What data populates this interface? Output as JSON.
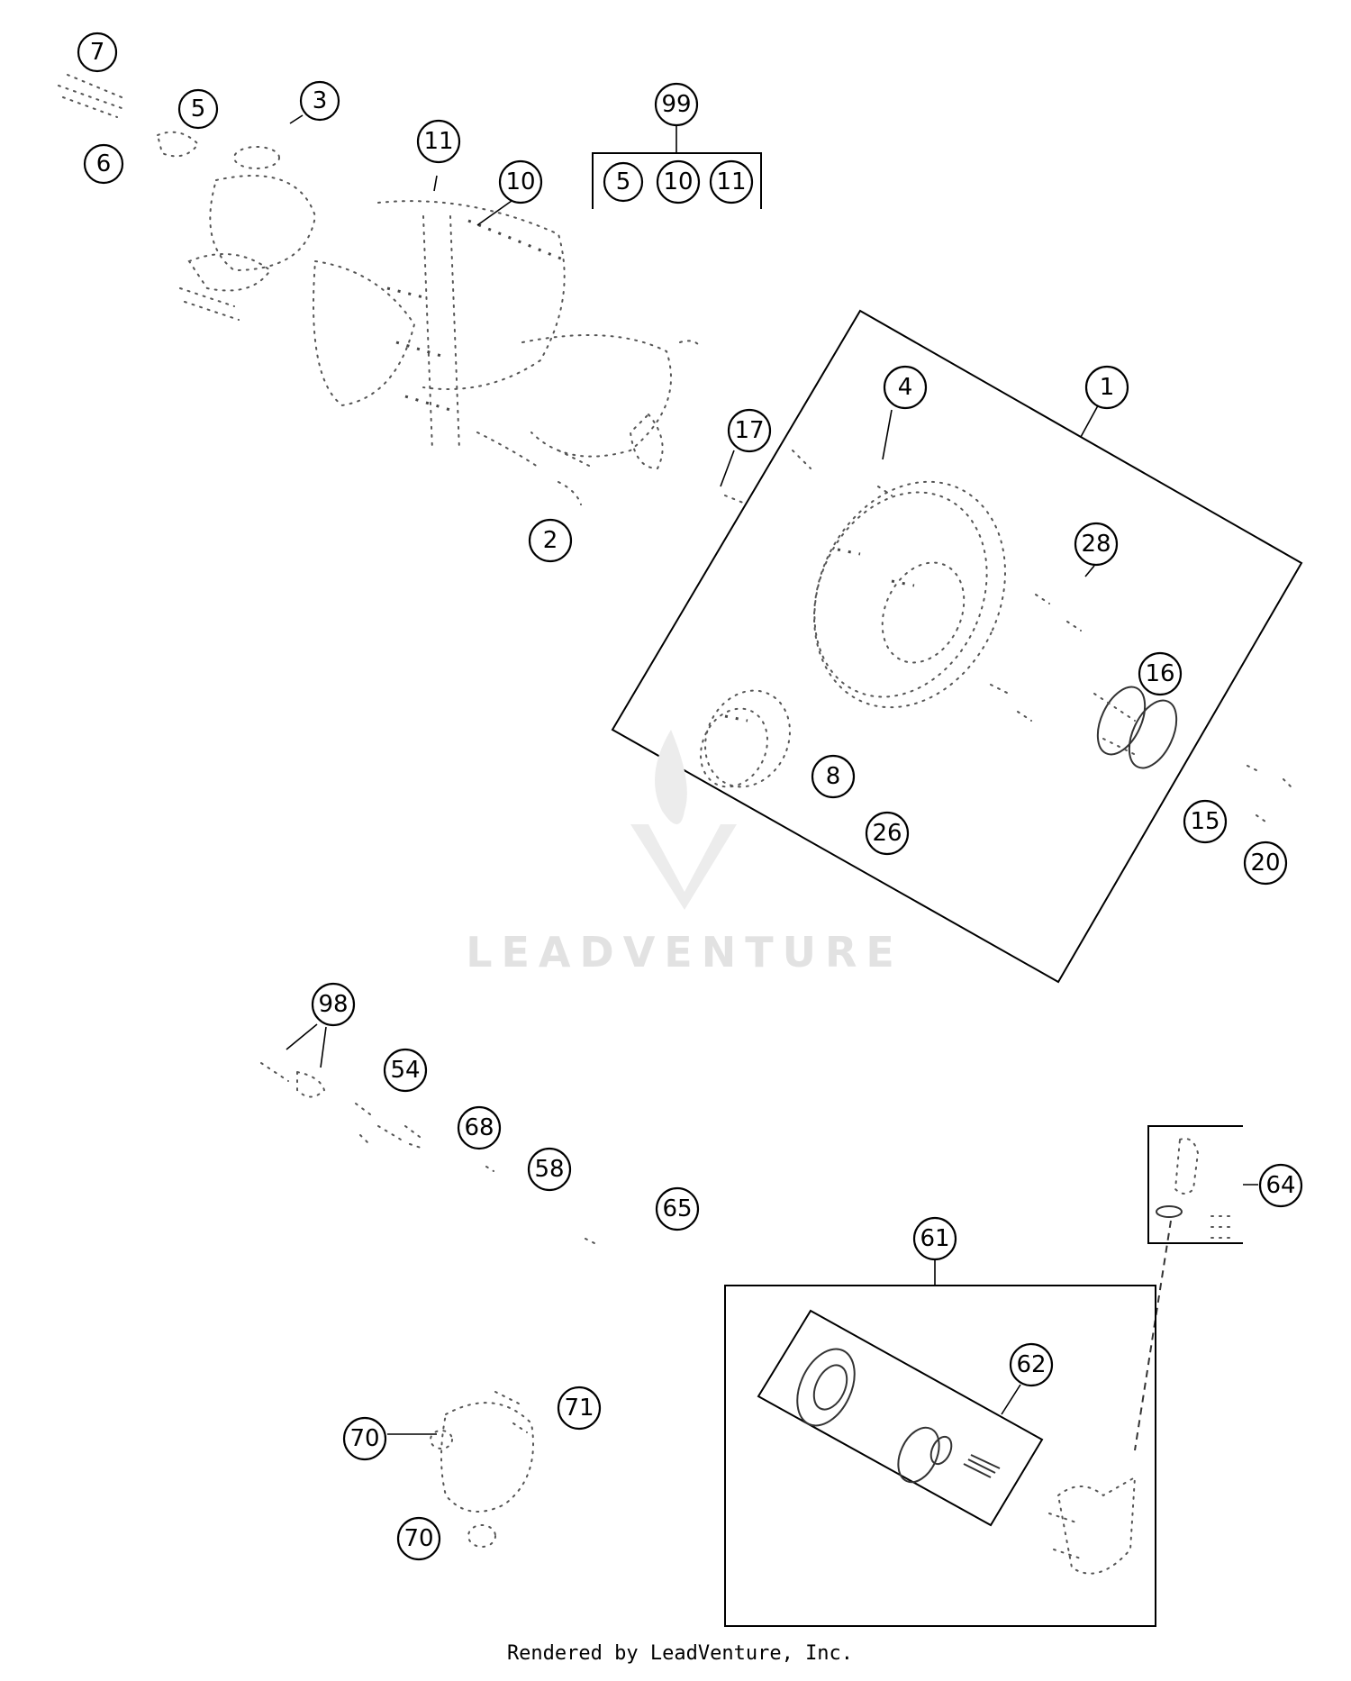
{
  "callouts": {
    "c7": "7",
    "c5": "5",
    "c6": "6",
    "c3": "3",
    "c11": "11",
    "c10": "10",
    "c99": "99",
    "k99_5": "5",
    "k99_10": "10",
    "k99_11": "11",
    "c17": "17",
    "c4": "4",
    "c1": "1",
    "c2": "2",
    "c28": "28",
    "c16": "16",
    "c8": "8",
    "c26": "26",
    "c15": "15",
    "c20": "20",
    "c98": "98",
    "c54": "54",
    "c68": "68",
    "c58": "58",
    "c65": "65",
    "c64": "64",
    "c61": "61",
    "c62": "62",
    "c71": "71",
    "c70a": "70",
    "c70b": "70"
  },
  "watermark": "LEADVENTURE",
  "footer": "Rendered by LeadVenture, Inc."
}
